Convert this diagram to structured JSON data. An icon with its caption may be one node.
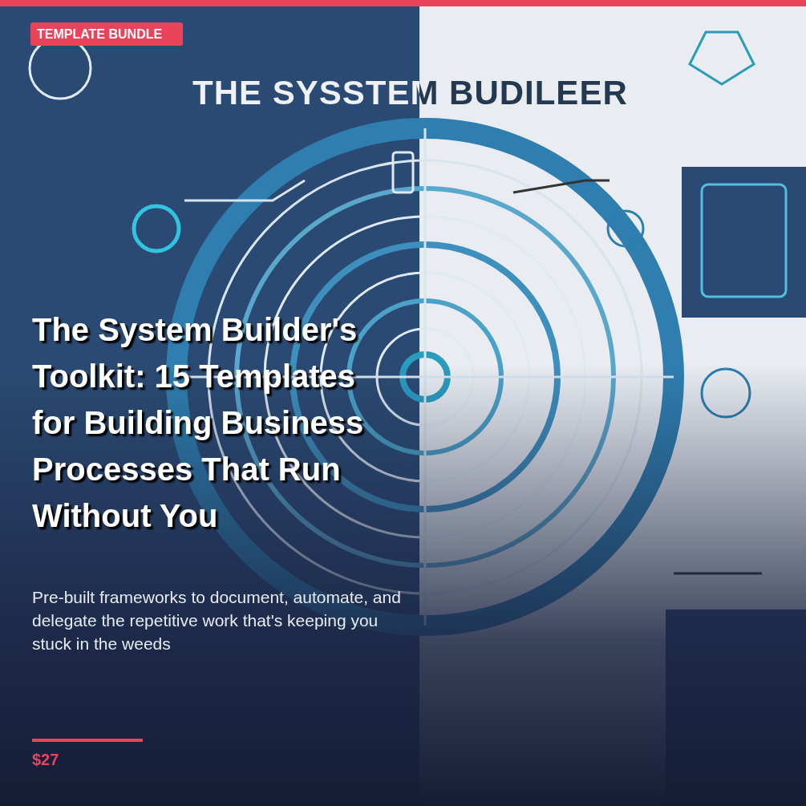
{
  "diagram": {
    "title": "The System Builder's Toolkit: 15 Templates for Building Business Processes That Run Without You",
    "caption": "Pre-built frameworks to document, automate, and delegate the repetitive work that's keeping you stuck in the weeds",
    "labels": [
      "TEMPLATE BUNDLE",
      "THE SYSSTEM BUDILEER",
      "$27"
    ]
  }
}
